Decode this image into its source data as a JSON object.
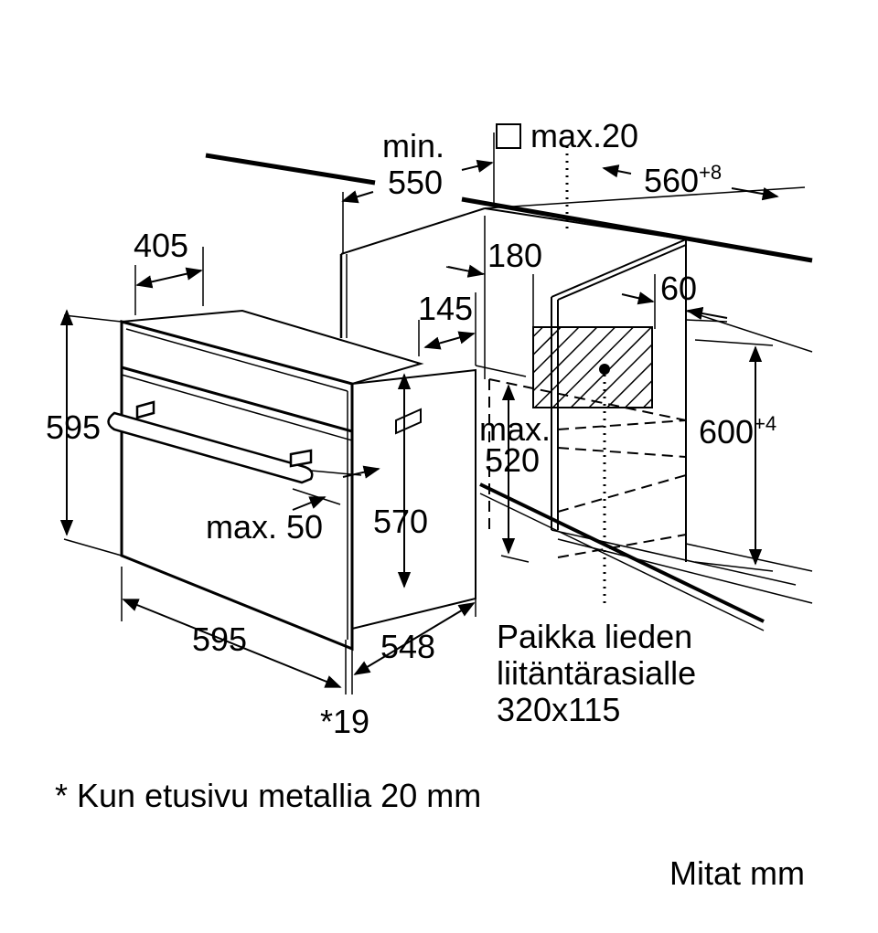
{
  "labels": {
    "min": "min.",
    "d550": "550",
    "max20": "max.20",
    "d560": "560",
    "d560_tol": "+8",
    "d405": "405",
    "d180": "180",
    "d60": "60",
    "d145": "145",
    "d595_height": "595",
    "max_a": "max.",
    "d520": "520",
    "d600": "600",
    "d600_tol": "+4",
    "max50": "max. 50",
    "d570": "570",
    "d595_width": "595",
    "d548": "548",
    "star19": "*19"
  },
  "socket_note": {
    "line1": "Paikka lieden",
    "line2": "liitäntärasialle",
    "line3": "320x115"
  },
  "footnote": "* Kun etusivu metallia 20 mm",
  "units": "Mitat mm"
}
